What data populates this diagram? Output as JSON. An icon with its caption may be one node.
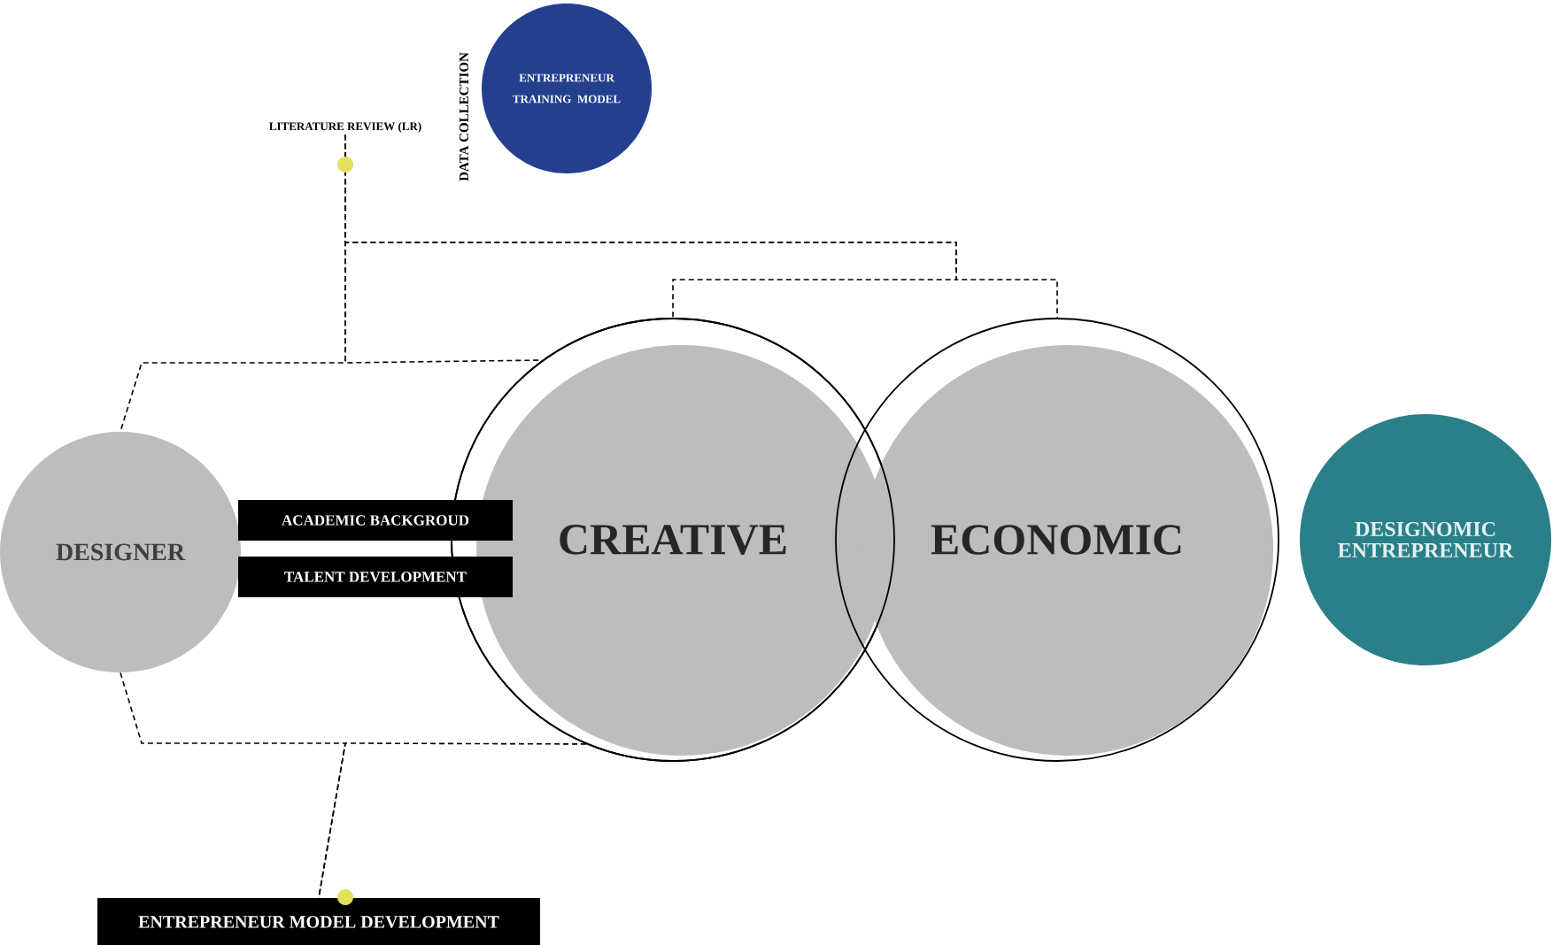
{
  "diagram": {
    "nodes": [
      {
        "text": [
          "LITERATURE REVIEW (LR)"
        ]
      },
      {
        "text": [
          "ENTREPRENEUR TRAINING MODEL"
        ]
      },
      {
        "text": [
          "DESIGNER"
        ]
      },
      {
        "text": [
          "ACADEMIC BACKGROUD"
        ]
      },
      {
        "text": [
          "TALENT DEVELOPMENT"
        ]
      },
      {
        "text": [
          "CREATIVE"
        ]
      },
      {
        "text": [
          "ECONOMIC"
        ]
      },
      {
        "text": [
          "DESIGNOMIC ENTREPRENEUR"
        ]
      },
      {
        "text": [
          "ENTREPRENEUR MODEL DEVELOPMENT"
        ]
      }
    ],
    "edges": [
      {
        "from": 0,
        "to": 2,
        "arrow": "none",
        "style": "dashed"
      },
      {
        "from": 0,
        "to": 5,
        "arrow": "none",
        "style": "dashed"
      },
      {
        "from": 0,
        "to": 5,
        "arrow": "none",
        "style": "dashed"
      },
      {
        "from": 0,
        "to": 6,
        "arrow": "none",
        "style": "dashed"
      },
      {
        "from": 2,
        "to": 8,
        "arrow": "none",
        "style": "dashed"
      },
      {
        "from": 5,
        "to": 8,
        "arrow": "none",
        "style": "dashed"
      }
    ],
    "labels": [
      "DATA COLLECTION"
    ]
  }
}
